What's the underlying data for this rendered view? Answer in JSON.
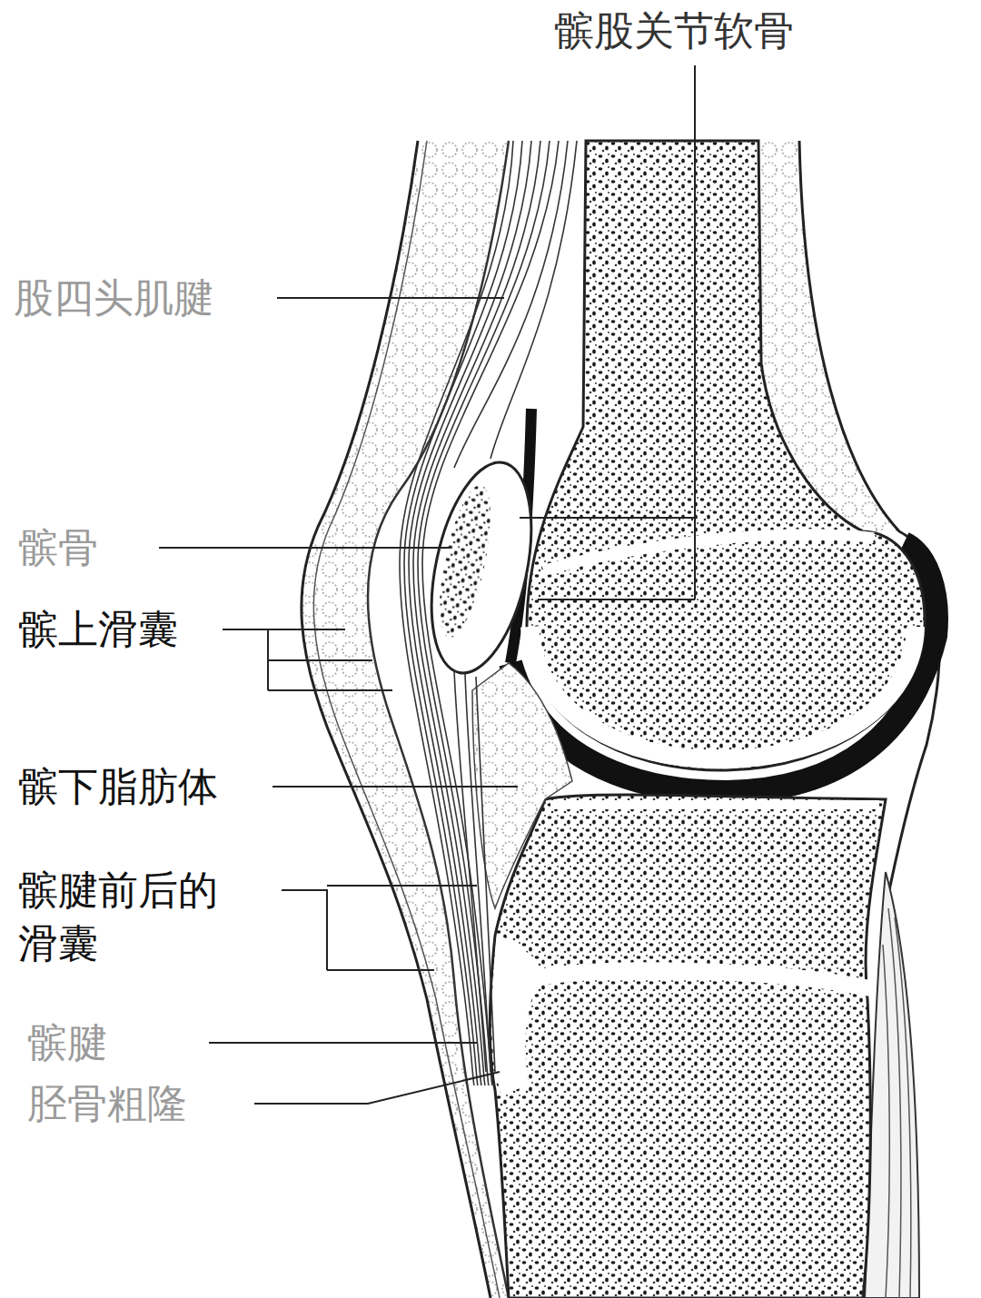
{
  "diagram": {
    "labels": [
      "髌股关节软骨",
      "股四头肌腱",
      "髌骨",
      "髌上滑囊",
      "髌下脂肪体",
      "髌腱前后的 滑囊",
      "髌腱",
      "胫骨粗隆"
    ]
  }
}
